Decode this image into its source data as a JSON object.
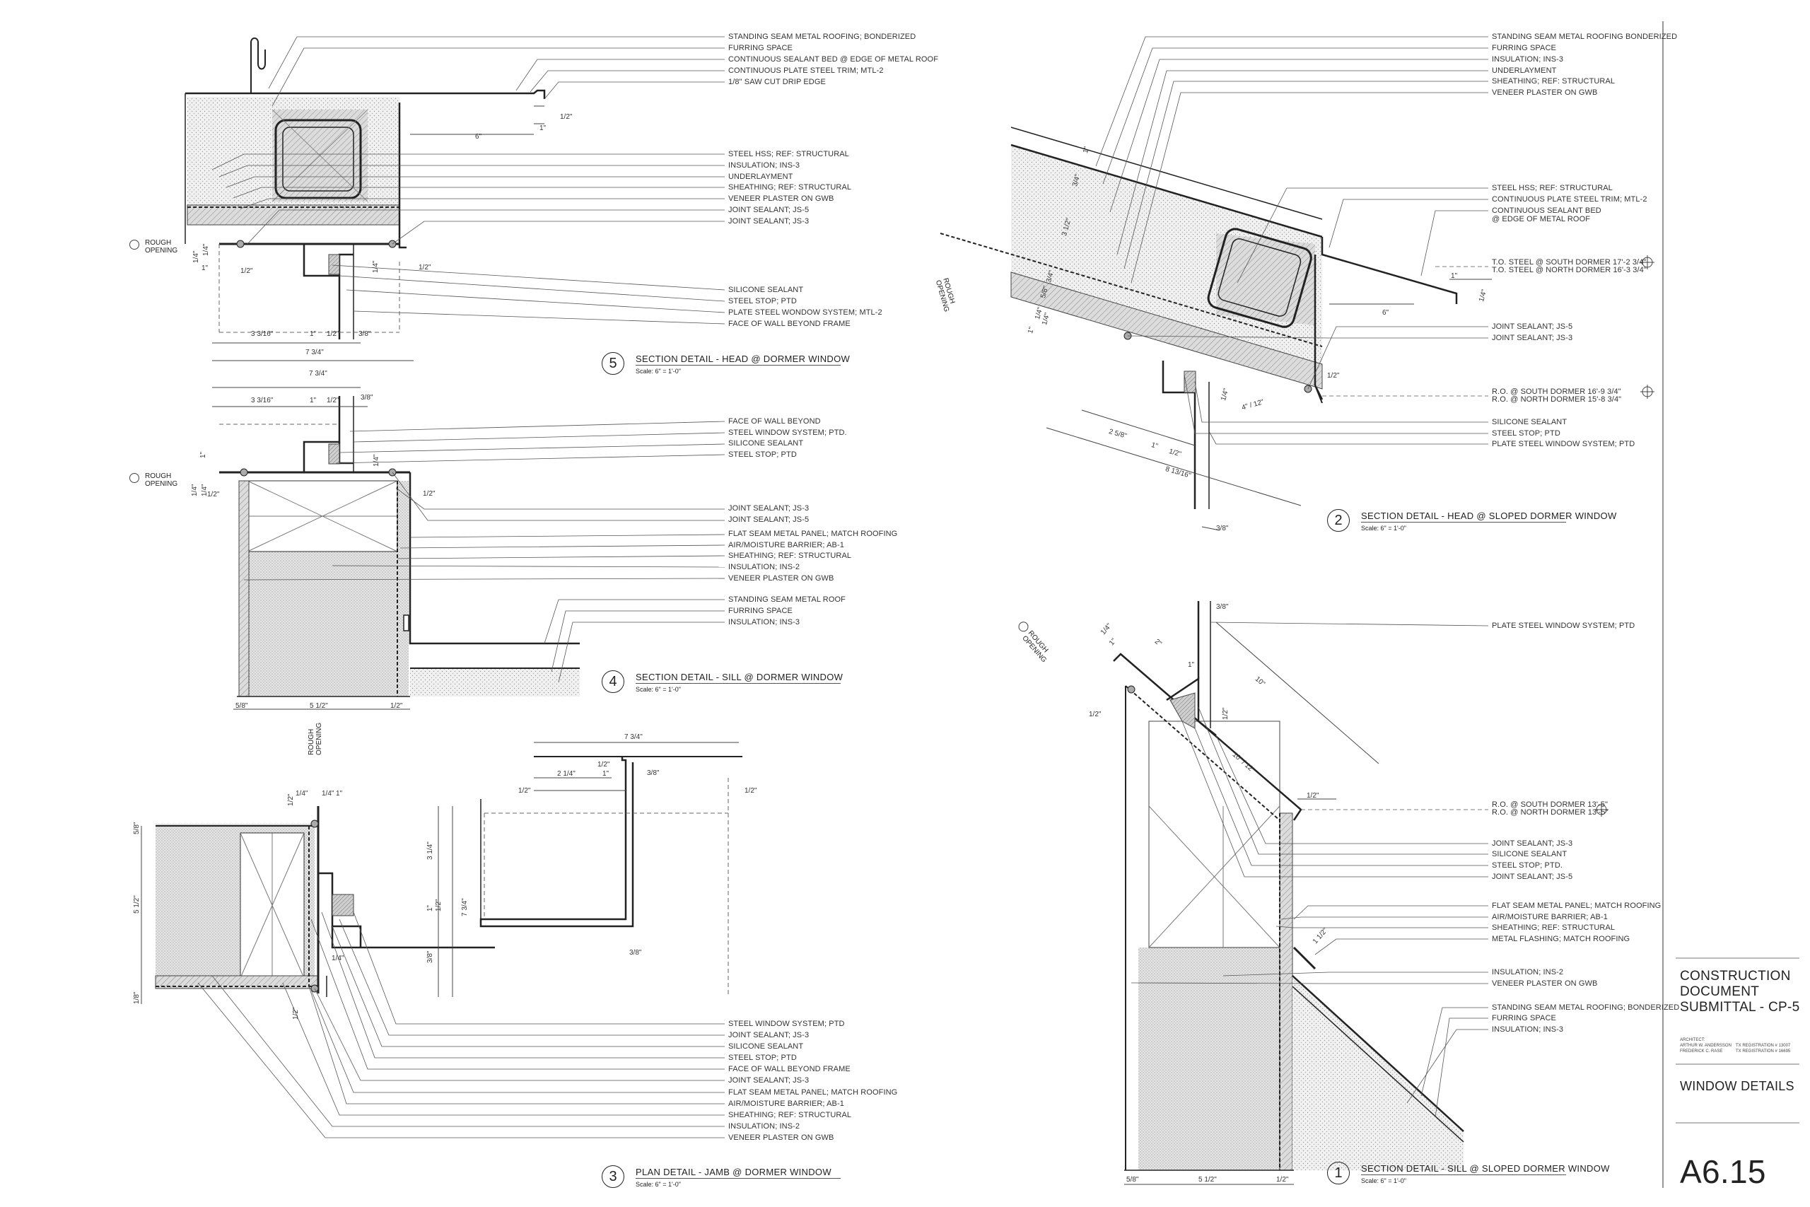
{
  "detail5": {
    "labels": [
      "STANDING SEAM METAL ROOFING; BONDERIZED",
      "FURRING SPACE",
      "CONTINUOUS SEALANT BED @ EDGE OF METAL ROOF",
      "CONTINUOUS PLATE STEEL TRIM; MTL-2",
      "1/8\" SAW CUT DRIP EDGE",
      "STEEL HSS; REF: STRUCTURAL",
      "INSULATION; INS-3",
      "UNDERLAYMENT",
      "SHEATHING; REF: STRUCTURAL",
      "VENEER PLASTER ON GWB",
      "JOINT SEALANT; JS-5",
      "JOINT SEALANT; JS-3",
      "SILICONE SEALANT",
      "STEEL STOP; PTD",
      "PLATE STEEL WONDOW SYSTEM; MTL-2",
      "FACE OF WALL BEYOND FRAME"
    ],
    "dims": [
      "1/2\"",
      "1\"",
      "6\"",
      "1/4\"",
      "1/4\"",
      "1\"",
      "1/2\"",
      "1/4\"",
      "1/2\"",
      "3 3/16\"",
      "1\"",
      "1/2\"",
      "3/8\"",
      "7 3/4\""
    ],
    "rough_opening": "ROUGH OPENING",
    "number": "5",
    "title": "SECTION DETAIL - HEAD @ DORMER WINDOW",
    "scale": "Scale:  6\" = 1'-0\""
  },
  "detail4": {
    "labels": [
      "FACE OF WALL BEYOND",
      "STEEL WINDOW SYSTEM; PTD.",
      "SILICONE SEALANT",
      "STEEL STOP; PTD",
      "JOINT SEALANT; JS-3",
      "JOINT SEALANT; JS-5",
      "FLAT SEAM METAL PANEL; MATCH ROOFING",
      "AIR/MOISTURE BARRIER; AB-1",
      "SHEATHING; REF: STRUCTURAL",
      "INSULATION; INS-2",
      "VENEER PLASTER ON GWB",
      "STANDING SEAM METAL ROOF",
      "FURRING SPACE",
      "INSULATION; INS-3"
    ],
    "dims": [
      "7 3/4\"",
      "3 3/16\"",
      "1\"",
      "1/2\"",
      "3/8\"",
      "1\"",
      "1/4\"",
      "1/4\"",
      "1/2\"",
      "1/2\"",
      "1/4\"",
      "5/8\"",
      "5 1/2\"",
      "1/2\""
    ],
    "rough_opening": "ROUGH OPENING",
    "number": "4",
    "title": "SECTION DETAIL - SILL @ DORMER WINDOW",
    "scale": "Scale:  6\" = 1'-0\""
  },
  "detail3": {
    "labels": [
      "STEEL WINDOW SYSTEM; PTD",
      "JOINT SEALANT; JS-3",
      "SILICONE SEALANT",
      "STEEL STOP; PTD",
      "FACE OF WALL BEYOND FRAME",
      "JOINT SEALANT; JS-3",
      "FLAT SEAM METAL PANEL; MATCH ROOFING",
      "AIR/MOISTURE BARRIER; AB-1",
      "SHEATHING; REF: STRUCTURAL",
      "INSULATION; INS-2",
      "VENEER PLASTER ON GWB"
    ],
    "dims": [
      "7 3/4\"",
      "1/2\"",
      "3/8\"",
      "2 1/4\"",
      "1\"",
      "1/2\"",
      "1/2\"",
      "3/8\"",
      "1/2\"",
      "1/4\"",
      "1/4\"",
      "1\"",
      "5/8\"",
      "5 1/2\"",
      "1/8\"",
      "3 1/4\"",
      "1\"",
      "1/2\"",
      "7 3/4\"",
      "3/8\"",
      "1/4\"",
      "1/2\""
    ],
    "rough_opening": "ROUGH OPENING",
    "number": "3",
    "title": "PLAN DETAIL - JAMB @ DORMER WINDOW",
    "scale": "Scale:  6\" = 1'-0\""
  },
  "detail2": {
    "labels": [
      "STANDING SEAM METAL ROOFING BONDERIZED",
      "FURRING SPACE",
      "INSULATION; INS-3",
      "UNDERLAYMENT",
      "SHEATHING; REF: STRUCTURAL",
      "VENEER PLASTER ON GWB",
      "STEEL HSS; REF: STRUCTURAL",
      "CONTINUOUS PLATE STEEL TRIM; MTL-2",
      "CONTINUOUS SEALANT BED",
      "@ EDGE OF METAL ROOF",
      "JOINT SEALANT; JS-5",
      "JOINT SEALANT; JS-3",
      "SILICONE SEALANT",
      "STEEL STOP; PTD",
      "PLATE STEEL WINDOW SYSTEM; PTD"
    ],
    "elevations": [
      "T.O. STEEL @ SOUTH DORMER 17'-2 3/4\"",
      "T.O. STEEL @ NORTH DORMER 16'-3 3/4\"",
      "R.O. @ SOUTH DORMER 16'-9 3/4\"",
      "R.O. @ NORTH DORMER 15'-8 3/4\""
    ],
    "dims": [
      "1\"",
      "3/4\"",
      "3 1/2\"",
      "3/4\"",
      "5/8\"",
      "1\"",
      "1/4\"",
      "1/4\"",
      "1\"",
      "1/4\"",
      "6\"",
      "1/2\"",
      "1/4\"",
      "4\" / 12\"",
      "2 5/8\"",
      "1\"",
      "1/2\"",
      "8 13/16\"",
      "3/8\""
    ],
    "rough_opening": "ROUGH OPENING",
    "number": "2",
    "title": "SECTION DETAIL - HEAD @ SLOPED DORMER WINDOW",
    "scale": "Scale:  6\" = 1'-0\""
  },
  "detail1": {
    "labels": [
      "PLATE STEEL WINDOW SYSTEM; PTD",
      "JOINT SEALANT; JS-3",
      "SILICONE SEALANT",
      "STEEL STOP; PTD.",
      "JOINT SEALANT; JS-5",
      "FLAT SEAM METAL PANEL; MATCH ROOFING",
      "AIR/MOISTURE BARRIER; AB-1",
      "SHEATHING; REF: STRUCTURAL",
      "METAL FLASHING; MATCH ROOFING",
      "INSULATION; INS-2",
      "VENEER PLASTER ON GWB",
      "STANDING SEAM METAL ROOFING; BONDERIZED",
      "FURRING SPACE",
      "INSULATION; INS-3"
    ],
    "elevations": [
      "R.O. @ SOUTH DORMER 13'-5\"",
      "R.O. @ NORTH DORMER 13'-5\""
    ],
    "dims": [
      "3/8\"",
      "1/4\"",
      "1\"",
      "2\"",
      "10\"",
      "1\"",
      "1/2\"",
      "1/2\"",
      "10\" / 12\"",
      "1/2\"",
      "1 1/2\"",
      "5/8\"",
      "5 1/2\"",
      "1/2\""
    ],
    "rough_opening": "ROUGH OPENING",
    "number": "1",
    "title": "SECTION DETAIL - SILL @ SLOPED DORMER WINDOW",
    "scale": "Scale:  6\" = 1'-0\""
  },
  "title_block": {
    "submittal": [
      "CONSTRUCTION",
      "DOCUMENT",
      "SUBMITTAL - CP-5"
    ],
    "credits_left": [
      "ARCHITECT:",
      "ARTHUR W. ANDERSSON",
      "FREDERICK C. RASE"
    ],
    "credits_right": [
      "TX REGISTRATION # 13007",
      "TX REGISTRATION # 16695"
    ],
    "sheet_title": "WINDOW DETAILS",
    "sheet_number": "A6.15"
  }
}
